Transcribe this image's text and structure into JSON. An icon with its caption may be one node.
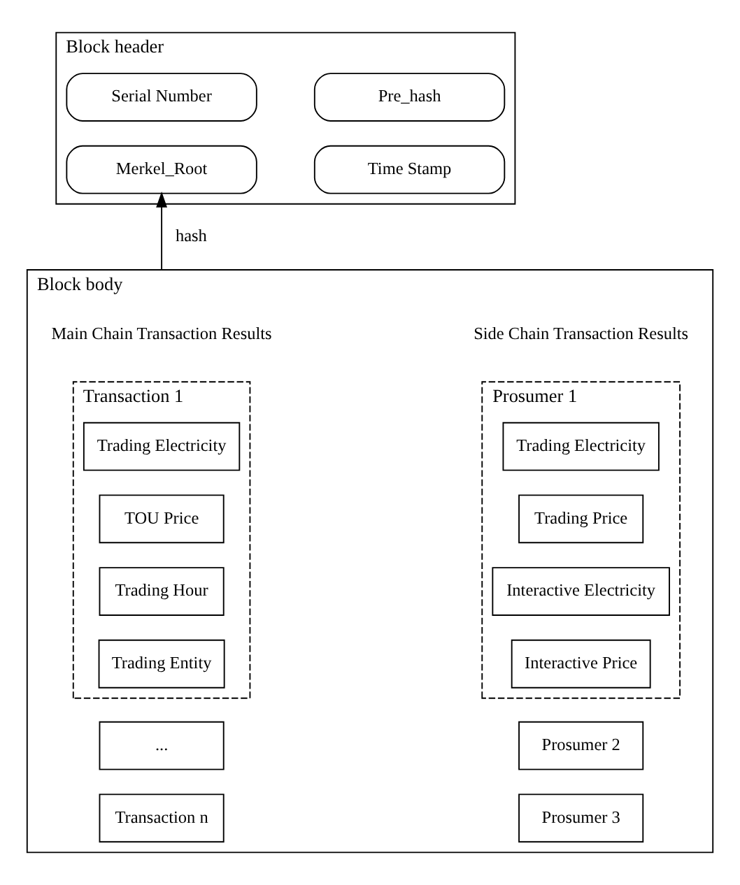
{
  "diagram": {
    "nodes": [
      {
        "text": [
          "Block header"
        ]
      },
      {
        "text": [
          "Serial Number"
        ],
        "in": 0
      },
      {
        "text": [
          "Pre_hash"
        ],
        "in": 0
      },
      {
        "text": [
          "Merkel_Root"
        ],
        "in": 0
      },
      {
        "text": [
          "Time Stamp"
        ],
        "in": 0
      },
      {
        "text": [
          "Block body"
        ]
      },
      {
        "text": [
          "Transaction 1"
        ],
        "in": 5
      },
      {
        "text": [
          "Trading Electricity"
        ],
        "in": 6
      },
      {
        "text": [
          "TOU Price"
        ],
        "in": 6
      },
      {
        "text": [
          "Trading Hour"
        ],
        "in": 6
      },
      {
        "text": [
          "Trading Entity"
        ],
        "in": 6
      },
      {
        "text": [
          "..."
        ],
        "in": 5
      },
      {
        "text": [
          "Transaction n"
        ],
        "in": 5
      },
      {
        "text": [
          "Prosumer 1"
        ],
        "in": 5
      },
      {
        "text": [
          "Trading Electricity"
        ],
        "in": 13
      },
      {
        "text": [
          "Trading Price"
        ],
        "in": 13
      },
      {
        "text": [
          "Interactive Electricity"
        ],
        "in": 13
      },
      {
        "text": [
          "Interactive Price"
        ],
        "in": 13
      },
      {
        "text": [
          "Prosumer 2"
        ],
        "in": 5
      },
      {
        "text": [
          "Prosumer 3"
        ],
        "in": 5
      }
    ],
    "edges": [
      {
        "from": 5,
        "to": 3,
        "arrow": "to",
        "label": "hash"
      }
    ],
    "labels": [
      "Main Chain Transaction Results",
      "Side Chain Transaction Results"
    ]
  }
}
